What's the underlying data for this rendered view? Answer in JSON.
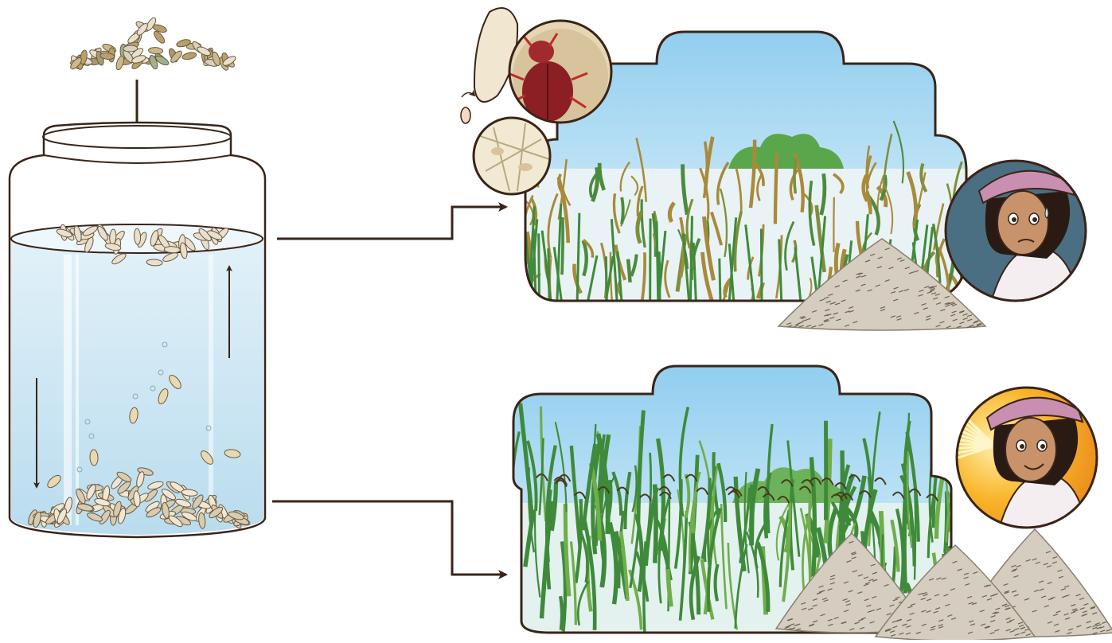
{
  "diagram": {
    "labels": [],
    "flow": [
      {
        "from": "seed-pile",
        "to": "water-jar"
      },
      {
        "from": "floating-seeds",
        "to": "poor-harvest-scene"
      },
      {
        "from": "sunken-seeds",
        "to": "good-harvest-scene"
      }
    ]
  },
  "colors": {
    "ink": "#3a2418",
    "water": "#d4e9f4",
    "sky": "#b7ddf2",
    "grain": "#d9cfbd",
    "weevil": "#8b1f24",
    "sad_bg": "#4b6f82",
    "happy_bg": "#f7a31c",
    "hat": "#c98fb0",
    "grass": "#3f8a3a",
    "dry_plant": "#a88a3a"
  }
}
